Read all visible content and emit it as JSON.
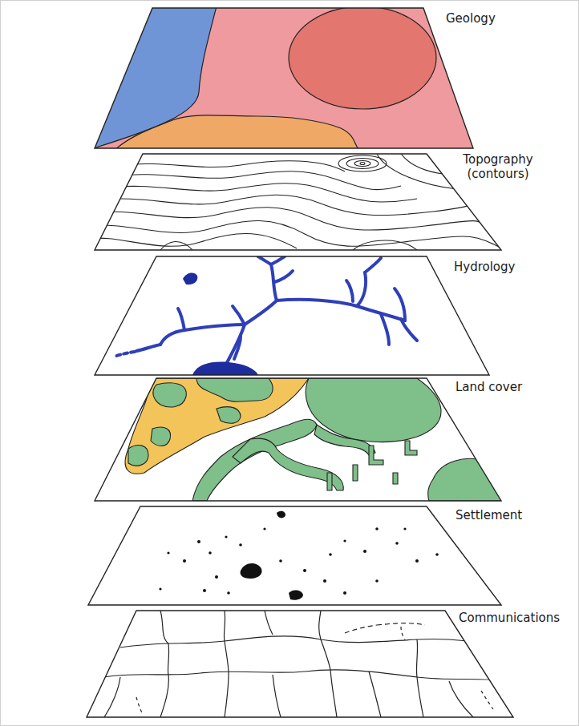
{
  "diagram": {
    "labels": [
      "Geology",
      "Topography (contours)",
      "Hydrology",
      "Land cover",
      "Settlement",
      "Communications"
    ]
  }
}
